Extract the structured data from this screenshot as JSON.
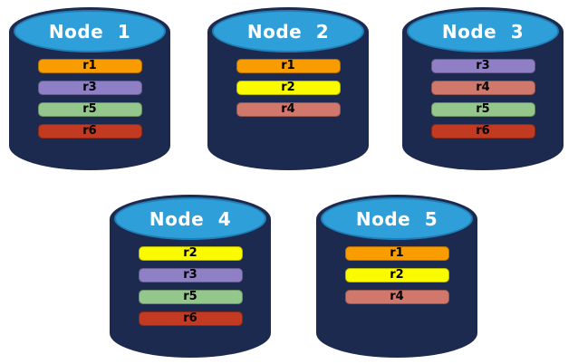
{
  "colors": {
    "background": "#FFFFFF",
    "cylinder_body": "#1D2A4F",
    "cylinder_top": "#2F9FD9",
    "title_text": "#FFFFFF",
    "bar_text": "#000000",
    "replicas": {
      "r1": "#F99C00",
      "r2": "#FBFB00",
      "r3": "#8F80C6",
      "r4": "#D0786C",
      "r5": "#94C78C",
      "r6": "#C23A21"
    }
  },
  "nodes": [
    {
      "title": "Node 1",
      "replicas": [
        "r1",
        "r3",
        "r5",
        "r6"
      ]
    },
    {
      "title": "Node 2",
      "replicas": [
        "r1",
        "r2",
        "r4"
      ]
    },
    {
      "title": "Node 3",
      "replicas": [
        "r3",
        "r4",
        "r5",
        "r6"
      ]
    },
    {
      "title": "Node 4",
      "replicas": [
        "r2",
        "r3",
        "r5",
        "r6"
      ]
    },
    {
      "title": "Node 5",
      "replicas": [
        "r1",
        "r2",
        "r4"
      ]
    }
  ]
}
